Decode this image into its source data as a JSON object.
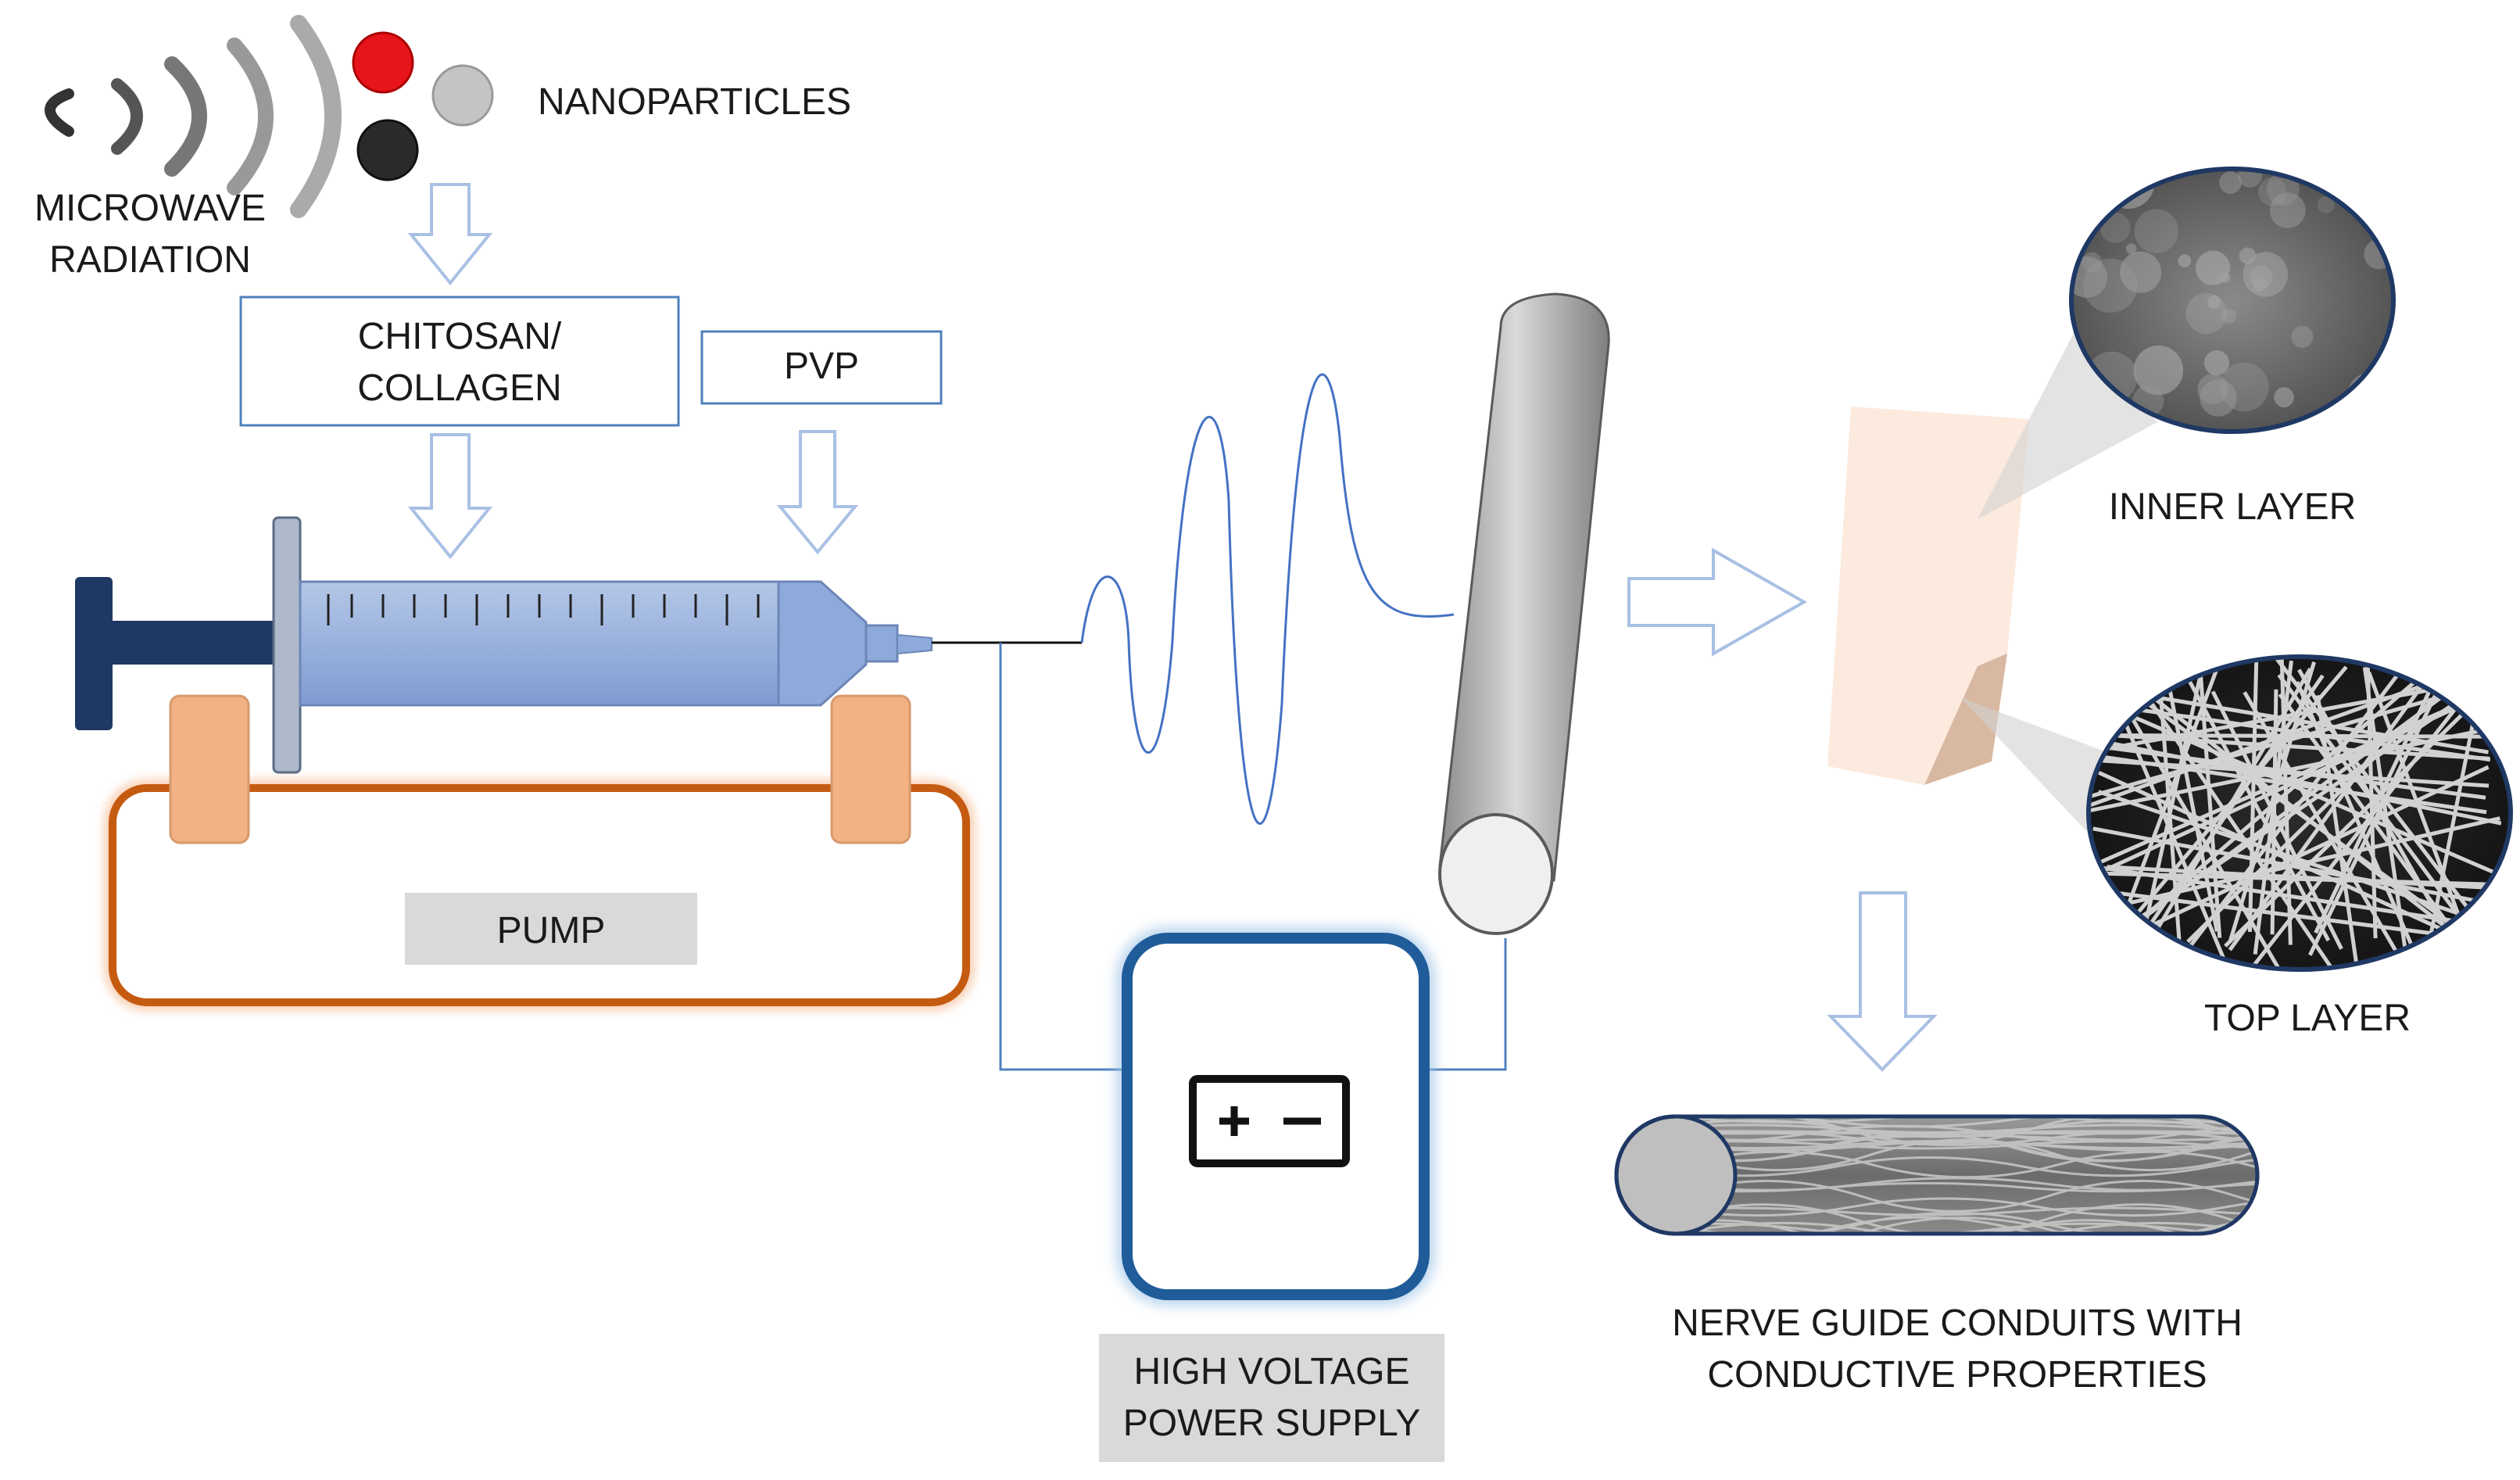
{
  "labels": {
    "nanoparticles": "NANOPARTICLES",
    "microwave_line1": "MICROWAVE",
    "microwave_line2": "RADIATION",
    "chitosan_line1": "CHITOSAN/",
    "chitosan_line2": "COLLAGEN",
    "pvp": "PVP",
    "pump": "PUMP",
    "hv_line1": "HIGH VOLTAGE",
    "hv_line2": "POWER SUPPLY",
    "inner_layer": "INNER LAYER",
    "top_layer": "TOP LAYER",
    "conduit_line1": "NERVE GUIDE CONDUITS WITH",
    "conduit_line2": "CONDUCTIVE PROPERTIES"
  },
  "colors": {
    "nanoparticle_red": "#e8141b",
    "nanoparticle_grey": "#c4c4c4",
    "nanoparticle_black": "#2a2a2a",
    "box_stroke": "#4f81bd",
    "syringe_body": "#8eaadb",
    "plunger": "#1f3864",
    "pump_frame": "#c55a11",
    "pump_clamp": "#f4b183",
    "power_supply_stroke": "#1f5c99",
    "collector": "#a6a6a6",
    "mat": "#fbe5d6"
  },
  "icons": {
    "battery": "battery-icon",
    "microwave": "microwave-waves-icon"
  }
}
